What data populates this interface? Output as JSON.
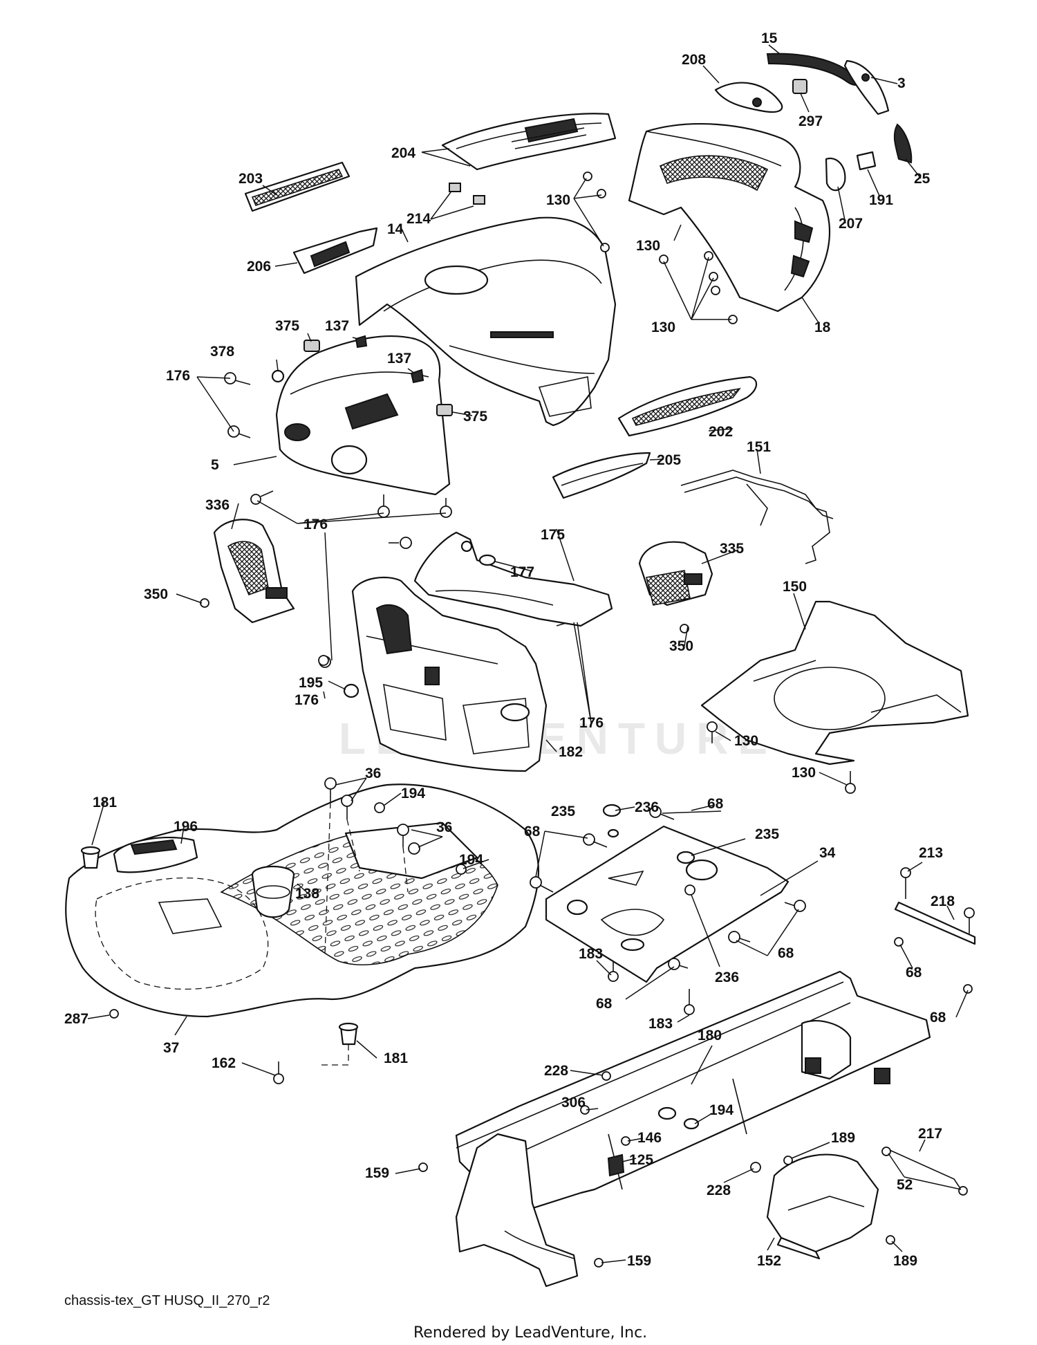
{
  "drawing_id": "chassis-tex_GT HUSQ_II_270_r2",
  "credit": "Rendered by LeadVenture, Inc.",
  "watermark": "LEADVENTURE",
  "callouts": [
    "15",
    "208",
    "3",
    "297",
    "25",
    "191",
    "207",
    "204",
    "203",
    "214",
    "130",
    "130",
    "14",
    "206",
    "130",
    "18",
    "375",
    "137",
    "378",
    "137",
    "176",
    "375",
    "5",
    "202",
    "205",
    "151",
    "336",
    "176",
    "175",
    "177",
    "335",
    "150",
    "350",
    "195",
    "176",
    "176",
    "182",
    "350",
    "130",
    "130",
    "181",
    "36",
    "196",
    "194",
    "36",
    "236",
    "235",
    "68",
    "235",
    "194",
    "68",
    "34",
    "213",
    "218",
    "138",
    "183",
    "68",
    "68",
    "236",
    "68",
    "183",
    "287",
    "37",
    "162",
    "181",
    "180",
    "68",
    "228",
    "306",
    "194",
    "146",
    "125",
    "189",
    "217",
    "159",
    "228",
    "52",
    "152",
    "159",
    "189"
  ]
}
